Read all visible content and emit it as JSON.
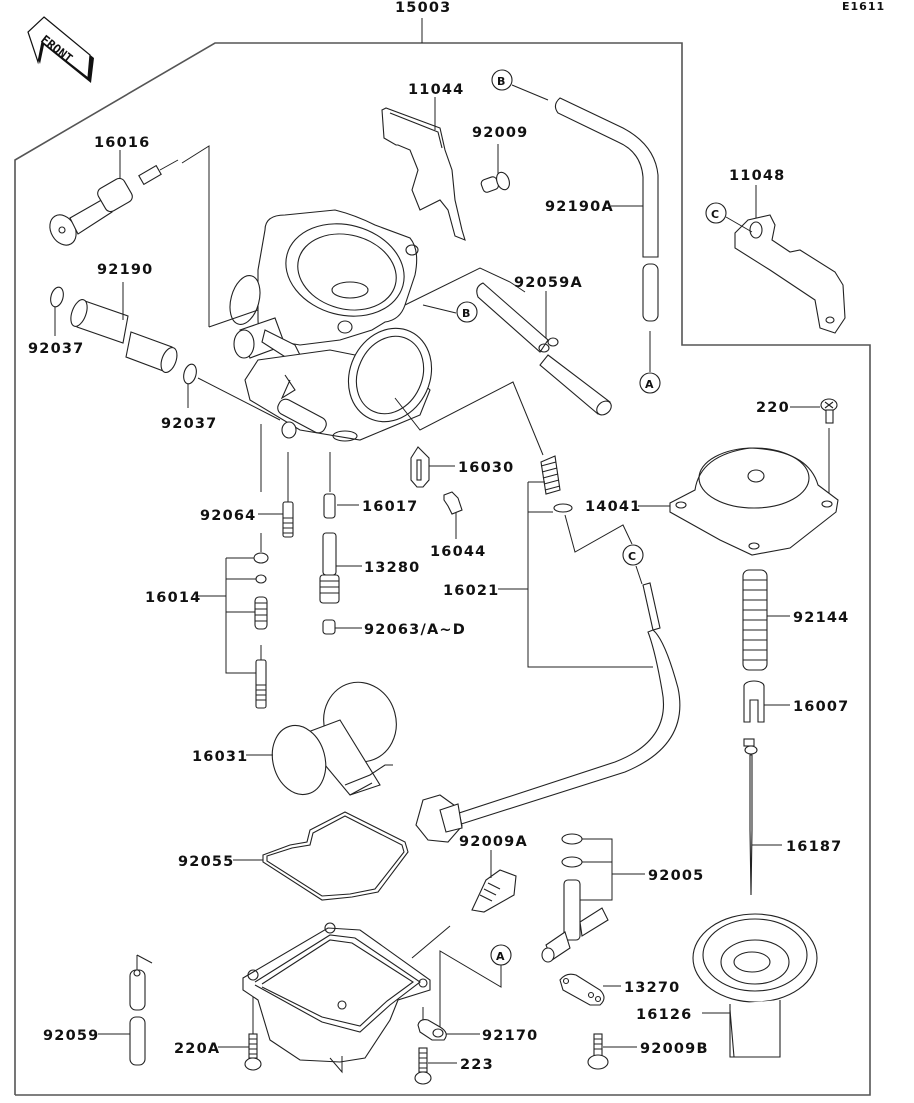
{
  "diagram": {
    "title_code": "E1611",
    "front_label": "FRONT",
    "assembly_label": "15003",
    "callouts": {
      "B_top": "B",
      "B_mid": "B",
      "C_bracket": "C",
      "C_cable": "C",
      "A_hose": "A",
      "A_bottom": "A"
    },
    "parts": {
      "p11044": "11044",
      "p92009": "92009",
      "p92190A": "92190A",
      "p11048": "11048",
      "p16016": "16016",
      "p92190": "92190",
      "p92037_left": "92037",
      "p92037_right": "92037",
      "p92059A": "92059A",
      "p220": "220",
      "p14041": "14041",
      "p16030": "16030",
      "p16017": "16017",
      "p16044": "16044",
      "p92064": "92064",
      "p16014": "16014",
      "p13280": "13280",
      "p16021": "16021",
      "p92063": "92063/A~D",
      "p92144": "92144",
      "p16007": "16007",
      "p16031": "16031",
      "p16187": "16187",
      "p92055": "92055",
      "p92009A": "92009A",
      "p92005": "92005",
      "p13270": "13270",
      "p16126": "16126",
      "p92170": "92170",
      "p92059": "92059",
      "p220A": "220A",
      "p223": "223",
      "p92009B": "92009B"
    }
  }
}
